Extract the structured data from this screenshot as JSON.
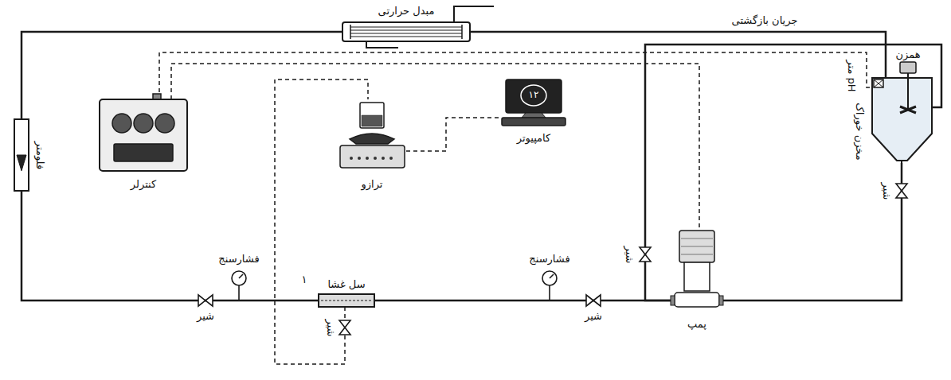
{
  "diagram": {
    "nodes": [
      {
        "text": [
          "مبدل حرارتی"
        ]
      },
      {
        "text": [
          "فلومتر"
        ]
      },
      {
        "text": [
          "کنترلر"
        ]
      },
      {
        "text": [
          "۱۲",
          "کامپیوتر"
        ]
      },
      {
        "text": [
          "ترازو"
        ]
      },
      {
        "text": [
          "مخزن خوراک"
        ]
      },
      {
        "text": [
          "همزن"
        ]
      },
      {
        "text": [
          "پمپ"
        ]
      },
      {
        "text": [
          "سل غشا"
        ]
      }
    ],
    "edges": [
      {
        "from": 5,
        "to": 7,
        "arrow": "none"
      },
      {
        "from": 7,
        "to": 8,
        "arrow": "none"
      },
      {
        "from": 8,
        "to": 1,
        "arrow": "none"
      },
      {
        "from": 1,
        "to": 0,
        "arrow": "none"
      },
      {
        "from": 0,
        "to": 5,
        "label": "جریان بازگشتی",
        "arrow": "none"
      },
      {
        "from": 7,
        "to": 5,
        "arrow": "none"
      },
      {
        "from": 8,
        "to": 4,
        "arrow": "none"
      },
      {
        "from": 2,
        "to": 5,
        "arrow": "none"
      },
      {
        "from": 2,
        "to": 7,
        "arrow": "none"
      },
      {
        "from": 4,
        "to": 3,
        "arrow": "none"
      }
    ],
    "labels": [
      "pH متر",
      "شیر",
      "شیر",
      "فشارسنج",
      "شیر",
      "فشارسنج",
      "شیر",
      "شیر",
      "۱"
    ]
  }
}
